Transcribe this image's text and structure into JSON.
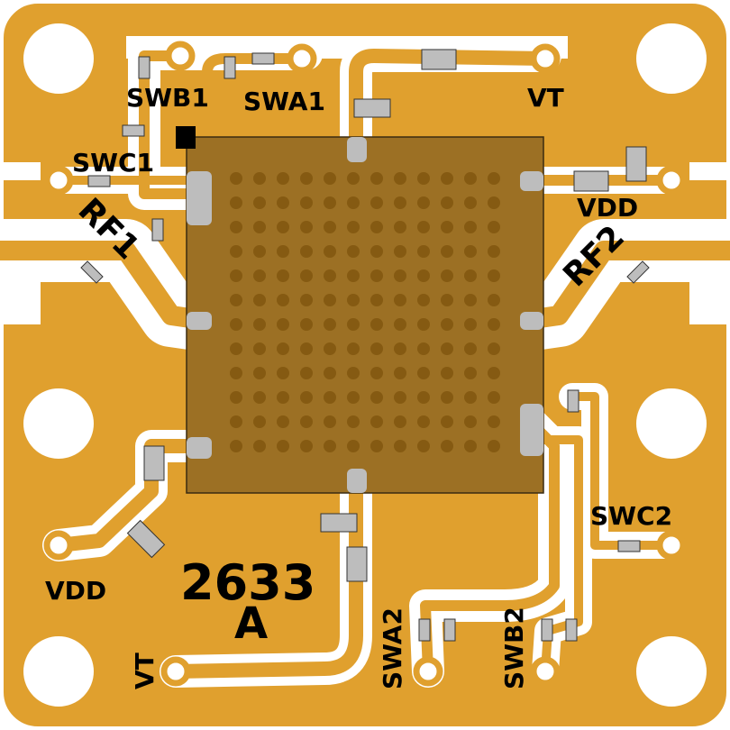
{
  "board": {
    "part_number": "2633",
    "revision": "A",
    "colors": {
      "gold": "#E0A02E",
      "chip": "#9C7024",
      "pad": "#BDBDBD",
      "clearance": "#FFFFFF"
    }
  },
  "labels": {
    "swb1": "SWB1",
    "swa1": "SWA1",
    "vt_top": "VT",
    "swc1": "SWC1",
    "vdd_right": "VDD",
    "rf1": "RF1",
    "rf2": "RF2",
    "swc2": "SWC2",
    "vdd_left": "VDD",
    "vt_bottom": "VT",
    "swa2": "SWA2",
    "swb2": "SWB2"
  }
}
